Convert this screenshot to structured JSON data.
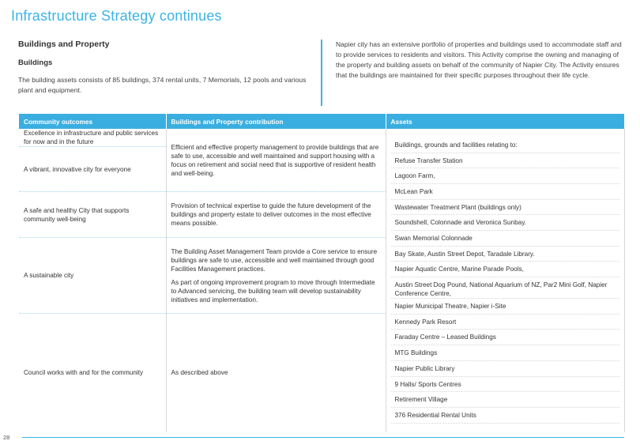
{
  "page": {
    "title": "Infrastructure Strategy continues",
    "page_number": "28"
  },
  "intro": {
    "section_heading": "Buildings and Property",
    "sub_heading": "Buildings",
    "body": "The building assets consists of 85 buildings, 374 rental units, 7 Memorials, 12 pools and various plant and equipment.",
    "right_text": "Napier city has an extensive portfolio of properties and buildings used to accommodate staff and to provide services to residents and visitors.  This Activity comprise the owning and managing of the property and building assets on behalf of the community of Napier City.  The Activity ensures that the buildings are maintained for their specific purposes throughout their life cycle."
  },
  "table": {
    "headers": [
      "Community outcomes",
      "Buildings and Property contribution",
      "Assets"
    ],
    "outcomes": [
      "Excellence in infrastructure and public services for now and in the future",
      "A vibrant, innovative city for everyone",
      "A safe and healthy City that supports community well-being",
      "A sustainable city",
      "Council works with and for the community"
    ],
    "contributions": [
      "Efficient and effective property management to provide buildings that are safe to use, accessible and well maintained and support housing with a focus on retirement and social need that is supportive of resident health and well-being.",
      "Provision of technical expertise to guide the future development of the buildings and property estate to deliver outcomes in the most effective means possible.",
      "The Building Asset Management Team provide a Core service to ensure buildings are safe to use, accessible and well maintained through good Facilities Management practices.",
      "As part of ongoing improvement program to move through Intermediate to Advanced servicing, the building team will develop sustainability initiatives and implementation.",
      "As described above"
    ],
    "assets": [
      "Buildings, grounds and facilities relating to:",
      "Refuse Transfer Station",
      "Lagoon Farm,",
      "McLean Park",
      "Wastewater Treatment Plant (buildings only)",
      "Soundshell, Colonnade and Veronica Sunbay.",
      "Swan Memorial Colonnade",
      "Bay Skate, Austin Street Depot, Taradale Library.",
      "Napier Aquatic Centre, Marine Parade Pools,",
      "Austin Street Dog Pound, National Aquarium of NZ, Par2 Mini Golf, Napier Conference Centre,",
      "Napier Municipal Theatre, Napier i-Site",
      "Kennedy Park Resort",
      "Faraday Centre – Leased Buildings",
      "MTG Buildings",
      "Napier Public Library",
      "9 Halls/ Sports Centres",
      "Retirement Village",
      "376  Residential Rental Units"
    ]
  }
}
